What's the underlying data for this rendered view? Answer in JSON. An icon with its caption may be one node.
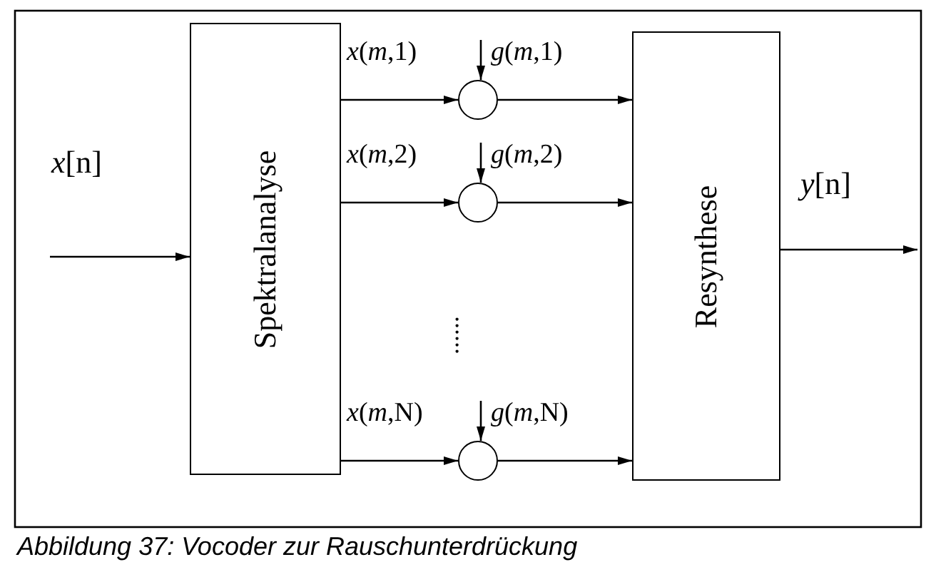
{
  "diagram": {
    "caption": "Abbildung 37: Vocoder zur Rauschunterdrückung",
    "nodes": [
      {
        "text": [
          "Spektralanalyse"
        ]
      },
      {
        "text": [
          "Resynthese"
        ]
      },
      {
        "text": [],
        "shape": "circle"
      },
      {
        "text": [],
        "shape": "circle"
      },
      {
        "text": [],
        "shape": "circle"
      }
    ],
    "edges": [
      {
        "from": null,
        "to": 0,
        "arrow": "to",
        "label": "*x*[n]"
      },
      {
        "from": 0,
        "to": 2,
        "arrow": "to",
        "label": "*x*(*m*,1)"
      },
      {
        "from": null,
        "to": 2,
        "arrow": "to",
        "label": "*g*(*m*,1)"
      },
      {
        "from": 2,
        "to": 1,
        "arrow": "to"
      },
      {
        "from": 0,
        "to": 3,
        "arrow": "to",
        "label": "*x*(*m*,2)"
      },
      {
        "from": null,
        "to": 3,
        "arrow": "to",
        "label": "*g*(*m*,2)"
      },
      {
        "from": 3,
        "to": 1,
        "arrow": "to"
      },
      {
        "from": 0,
        "to": 4,
        "arrow": "to",
        "label": "*x*(*m*,N)"
      },
      {
        "from": null,
        "to": 4,
        "arrow": "to",
        "label": "*g*(*m*,N)"
      },
      {
        "from": 4,
        "to": 1,
        "arrow": "to"
      },
      {
        "from": 1,
        "to": null,
        "arrow": "to",
        "label": "*y*[n]"
      }
    ],
    "labels": [
      "......"
    ]
  }
}
